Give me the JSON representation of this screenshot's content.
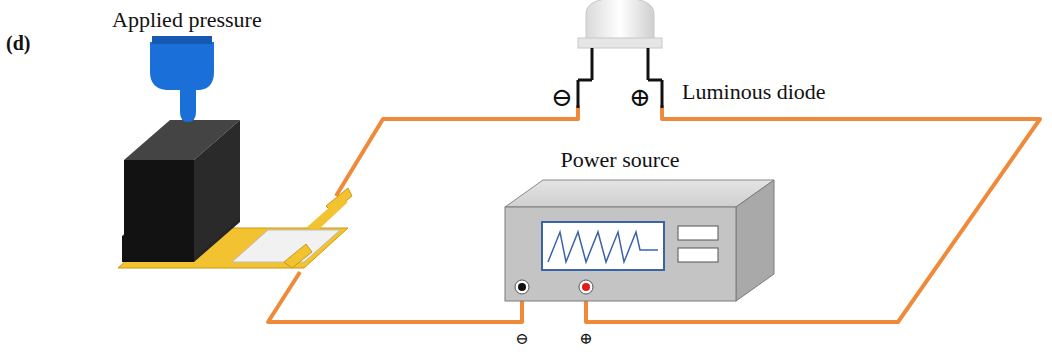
{
  "diagram": {
    "nodes": [
      {
        "text": [
          "Power source"
        ]
      }
    ],
    "labels": [
      "(d)",
      "Applied pressure",
      "⊖",
      "⊕",
      "Luminous diode",
      "⊖",
      "⊕"
    ]
  }
}
